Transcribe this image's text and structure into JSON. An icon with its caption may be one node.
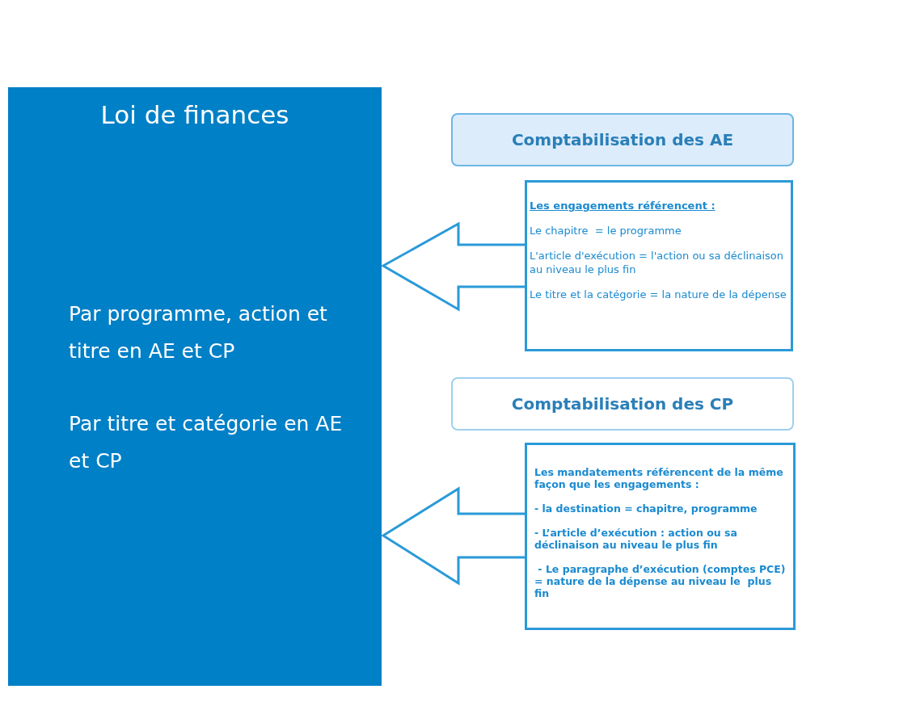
{
  "diagram": {
    "nodes": [
      {
        "text": [
          "Loi de finances",
          "Par programme, action et titre en AE et CP",
          "Par titre et catégorie en AE et CP"
        ]
      },
      {
        "text": [
          "Comptabilisation des AE"
        ]
      },
      {
        "text": [
          "Les engagements référencent :",
          "Le chapitre  = le programme",
          "L'article d'exécution = l'action ou sa déclinaison au niveau le plus fin",
          "Le titre et la catégorie = la nature de la dépense"
        ]
      },
      {
        "text": [
          "Comptabilisation des CP"
        ]
      },
      {
        "text": [
          "Les mandatements référencent de la même façon que les engagements :",
          "- la destination = chapitre, programme",
          "- L’article d’exécution : action ou sa déclinaison au niveau le plus fin",
          " - Le paragraphe d’exécution (comptes PCE) = nature de la dépense au niveau le  plus fin"
        ]
      }
    ],
    "edges": [
      {
        "from": 2,
        "to": 0,
        "arrow": "to"
      },
      {
        "from": 4,
        "to": 0,
        "arrow": "to"
      }
    ]
  }
}
